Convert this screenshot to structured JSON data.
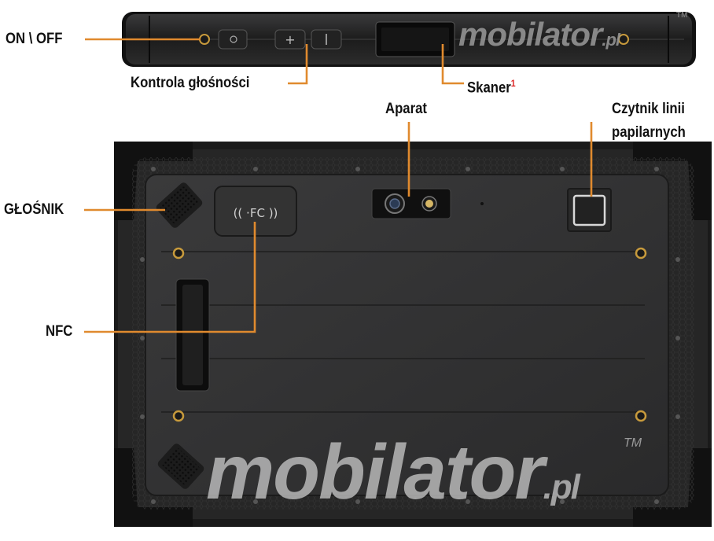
{
  "callouts": {
    "power": "ON \\ OFF",
    "volume": "Kontrola głośności",
    "scanner": "Skaner",
    "scanner_note": "1",
    "camera": "Aparat",
    "fingerprint_line1": "Czytnik linii",
    "fingerprint_line2": "papilarnych",
    "speaker": "GŁOŚNIK",
    "nfc": "NFC"
  },
  "device": {
    "nfc_mark": "((  ·FC  ))"
  },
  "watermark": {
    "brand_main": "mobilator",
    "brand_suffix": ".pl",
    "trademark": "TM"
  },
  "colors": {
    "accent": "#e08a2e",
    "body": "#2f2f30",
    "bumper": "#161616",
    "watermark": "#bdbdbd"
  }
}
